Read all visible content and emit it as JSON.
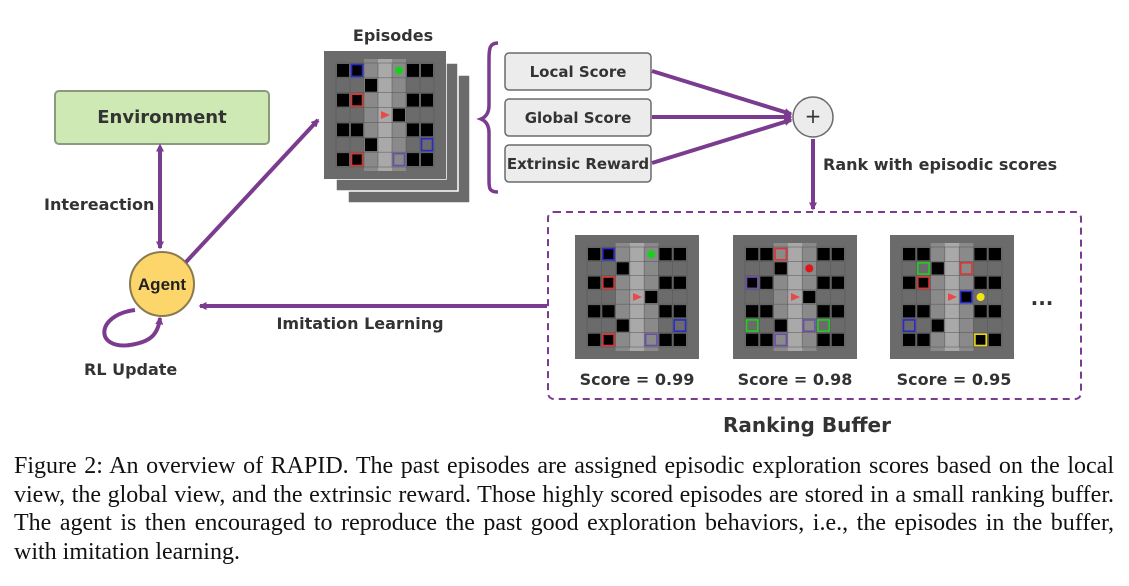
{
  "environment": {
    "label": "Environment"
  },
  "agent": {
    "label": "Agent"
  },
  "interaction_label": "Intereaction",
  "rl_update_label": "RL Update",
  "episodes": {
    "title": "Episodes"
  },
  "score_boxes": [
    "Local Score",
    "Global Score",
    "Extrinsic Reward"
  ],
  "plus_symbol": "+",
  "rank_label": "Rank with episodic scores",
  "imitation_label": "Imitation Learning",
  "buffer": {
    "title": "Ranking Buffer",
    "scores": [
      "Score = 0.99",
      "Score = 0.98",
      "Score = 0.95"
    ],
    "ellipsis": "..."
  },
  "caption": "Figure 2: An overview of RAPID. The past episodes are assigned episodic exploration scores based on the local view, the global view, and the extrinsic reward. Those highly scored episodes are stored in a small ranking buffer.  The agent is then encouraged to reproduce the past good exploration behaviors, i.e., the episodes in the buffer, with imitation learning.",
  "colors": {
    "arrow": "#7b3b8f",
    "environment_fill": "#cfe9b4",
    "environment_border": "#8a9a7c",
    "agent_fill": "#fcd66a",
    "agent_border": "#8a7a50",
    "score_box_fill": "#ececec",
    "score_box_border": "#6a6a6a",
    "grid_background": "#6b6b6b"
  }
}
